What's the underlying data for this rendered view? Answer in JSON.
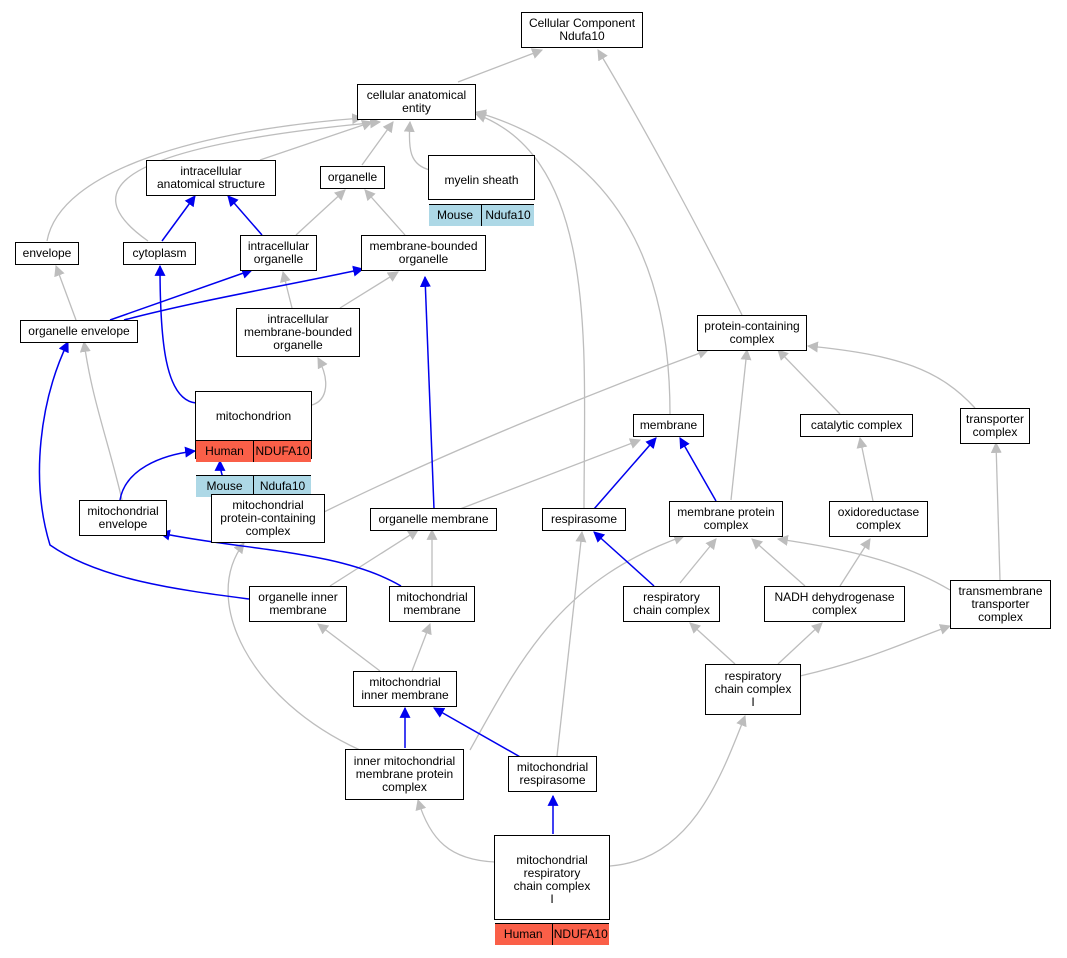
{
  "colors": {
    "inherited_edge": "#bdbdbd",
    "path_edge": "#0000ee",
    "human": "#fa5f48",
    "mouse": "#add8e6"
  },
  "nodes": {
    "root": "Cellular Component\nNdufa10",
    "cae": "cellular anatomical\nentity",
    "ias": "intracellular\nanatomical structure",
    "organelle": "organelle",
    "myelin": "myelin sheath",
    "envelope": "envelope",
    "cytoplasm": "cytoplasm",
    "io": "intracellular\norganelle",
    "mbo": "membrane-bounded\norganelle",
    "oe": "organelle envelope",
    "imbo": "intracellular\nmembrane-bounded\norganelle",
    "pcc": "protein-containing\ncomplex",
    "mito": "mitochondrion",
    "membrane": "membrane",
    "cat": "catalytic complex",
    "transp": "transporter\ncomplex",
    "me": "mitochondrial\nenvelope",
    "mpcc": "mitochondrial\nprotein-containing\ncomplex",
    "om": "organelle membrane",
    "resp": "respirasome",
    "mpc": "membrane protein\ncomplex",
    "oxc": "oxidoreductase\ncomplex",
    "oim": "organelle inner\nmembrane",
    "mm": "mitochondrial\nmembrane",
    "rcc": "respiratory\nchain complex",
    "nadh": "NADH dehydrogenase\ncomplex",
    "ttc": "transmembrane\ntransporter\ncomplex",
    "mim": "mitochondrial\ninner membrane",
    "rcc1": "respiratory\nchain complex\nI",
    "impc": "inner mitochondrial\nmembrane protein\ncomplex",
    "mresp": "mitochondrial\nrespirasome",
    "mrcc1": "mitochondrial\nrespiratory\nchain complex\nI"
  },
  "annotations": {
    "myelin_mouse": {
      "species": "Mouse",
      "gene": "Ndufa10"
    },
    "mito_human": {
      "species": "Human",
      "gene": "NDUFA10"
    },
    "mito_mouse": {
      "species": "Mouse",
      "gene": "Ndufa10"
    },
    "mrcc1_human": {
      "species": "Human",
      "gene": "NDUFA10"
    }
  }
}
